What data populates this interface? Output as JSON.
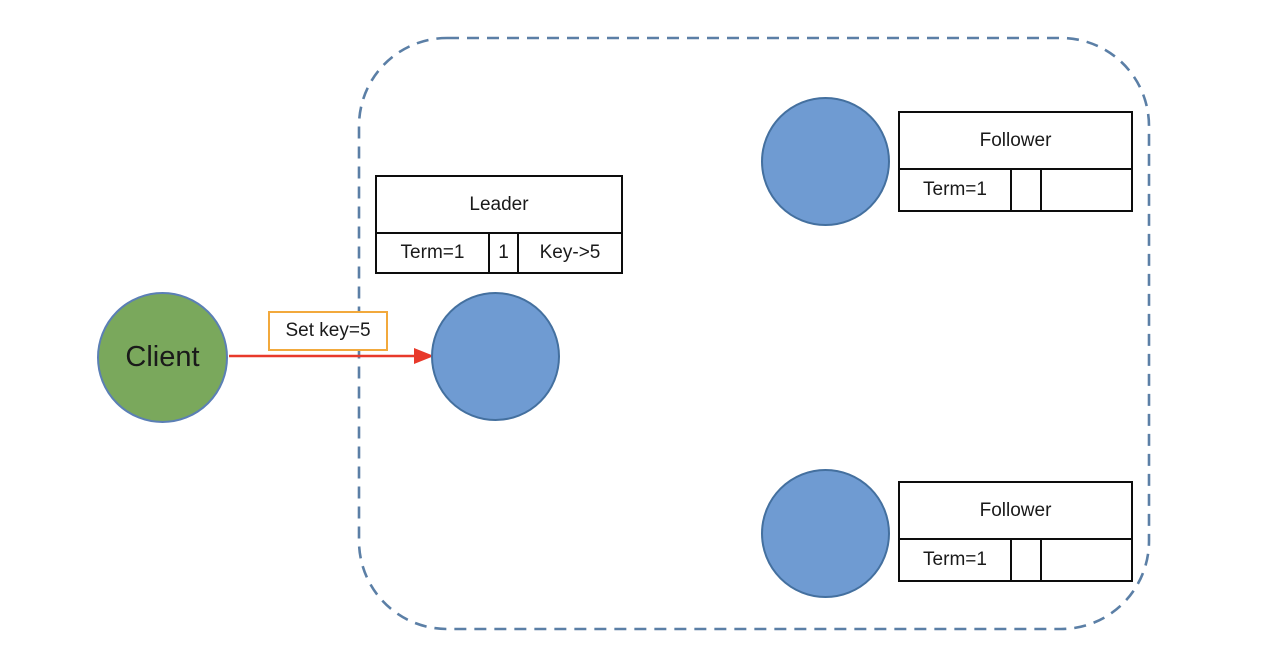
{
  "client": {
    "label": "Client"
  },
  "message": {
    "label": "Set key=5"
  },
  "cluster": {
    "leader": {
      "title": "Leader",
      "row": [
        "Term=1",
        "1",
        "Key->5"
      ]
    },
    "followers": [
      {
        "title": "Follower",
        "row": [
          "Term=1",
          "",
          ""
        ]
      },
      {
        "title": "Follower",
        "row": [
          "Term=1",
          "",
          ""
        ]
      }
    ]
  },
  "colors": {
    "client_fill": "#7aa85c",
    "client_border": "#5b7fb5",
    "node_fill": "#6f9bd2",
    "node_border": "#44709f",
    "arrow": "#e8392a",
    "message_border": "#f2a93c",
    "cluster_border": "#5b7fa6",
    "table_border": "#0d0d0d"
  }
}
